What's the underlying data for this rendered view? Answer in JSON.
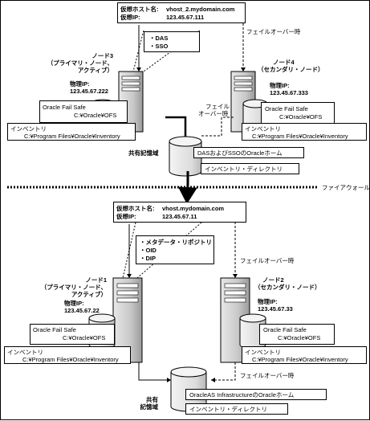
{
  "top": {
    "vhost": {
      "name_label": "仮想ホスト名:",
      "name_value": "vhost_2.mydomain.com",
      "ip_label": "仮想IP:",
      "ip_value": "123.45.67.111"
    },
    "components": [
      "・DAS",
      "・SSO"
    ],
    "failover_label": "フェイルオーバー時",
    "node_a": {
      "title_lines": [
        "ノード3",
        "（プライマリ・ノード、",
        "アクティブ）"
      ],
      "ip_label": "物理IP:",
      "ip_value": "123.45.67.222",
      "ofs_title": "Oracle Fail Safe",
      "ofs_path": "C:¥Oracle¥OFS",
      "inv_title": "インベントリ",
      "inv_path": "C:¥Program Files¥Oracle¥Inventory"
    },
    "node_b": {
      "title_lines": [
        "ノード4",
        "（セカンダリ・ノード）"
      ],
      "ip_label": "物理IP:",
      "ip_value": "123.45.67.333",
      "ofs_title": "Oracle Fail Safe",
      "ofs_path": "C:¥Oracle¥OFS",
      "inv_title": "インベントリ",
      "inv_path": "C:¥Program Files¥Oracle¥Inventory"
    },
    "storage_failover_lines": [
      "フェイル",
      "オーバー時"
    ],
    "storage_label": "共有記憶域",
    "storage_home": "DASおよびSSOのOracleホーム",
    "storage_inv": "インベントリ・ディレクトリ"
  },
  "firewall_label": "ファイアウォール",
  "bottom": {
    "vhost": {
      "name_label": "仮想ホスト名:",
      "name_value": "vhost.mydomain.com",
      "ip_label": "仮想IP:",
      "ip_value": "123.45.67.11"
    },
    "components": [
      "・メタデータ・リポジトリ",
      "・OID",
      "・DIP"
    ],
    "failover_label": "フェイルオーバー時",
    "node_a": {
      "title_lines": [
        "ノード1",
        "（プライマリ・ノード、",
        "アクティブ）"
      ],
      "ip_label": "物理IP:",
      "ip_value": "123.45.67.22",
      "ofs_title": "Oracle Fail Safe",
      "ofs_path": "C:¥Oracle¥OFS",
      "inv_title": "インベントリ",
      "inv_path": "C:¥Program Files¥Oracle¥Inventory"
    },
    "node_b": {
      "title_lines": [
        "ノード2",
        "（セカンダリ・ノード）"
      ],
      "ip_label": "物理IP:",
      "ip_value": "123.45.67.33",
      "ofs_title": "Oracle Fail Safe",
      "ofs_path": "C:¥Oracle¥OFS",
      "inv_title": "インベントリ",
      "inv_path": "C:¥Program Files¥Oracle¥Inventory"
    },
    "storage_failover_label": "フェイルオーバー時",
    "storage_label_lines": [
      "共有",
      "記憶域"
    ],
    "storage_home": "OracleAS InfrastructureのOracleホーム",
    "storage_inv": "インベントリ・ディレクトリ"
  }
}
